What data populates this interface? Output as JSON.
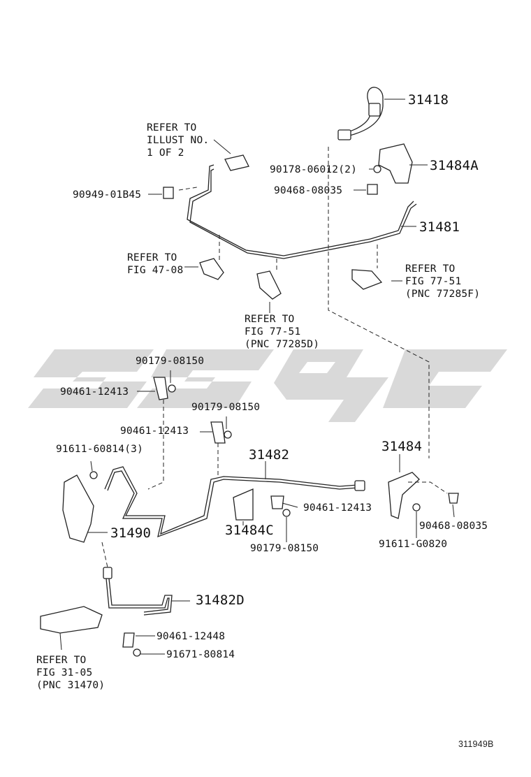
{
  "watermark": {
    "color": "#d9d9d9"
  },
  "pipe_color": "#222222",
  "labels": {
    "p31418": "31418",
    "p31484A": "31484A",
    "p90178": "90178-06012(2)",
    "p90468a": "90468-08035",
    "p31481": "31481",
    "refer_illust": "REFER TO\nILLUST NO.\n1 OF 2",
    "p90949": "90949-01B45",
    "refer_4708": "REFER TO\nFIG 47-08",
    "refer_7751f": "REFER TO\nFIG 77-51\n(PNC 77285F)",
    "refer_7751d": "REFER TO\nFIG 77-51\n(PNC 77285D)",
    "p90179a": "90179-08150",
    "p90461a": "90461-12413",
    "p90179b": "90179-08150",
    "p90461b": "90461-12413",
    "p91611a": "91611-60814(3)",
    "p31482": "31482",
    "p31484": "31484",
    "p90461c": "90461-12413",
    "p31484C": "31484C",
    "p90468b": "90468-08035",
    "p31490": "31490",
    "p90179c": "90179-08150",
    "p91611b": "91611-G0820",
    "p31482D": "31482D",
    "p90461d": "90461-12448",
    "p91671": "91671-80814",
    "refer_3105": "REFER TO\nFIG 31-05\n(PNC 31470)",
    "figure_id": "311949B"
  }
}
